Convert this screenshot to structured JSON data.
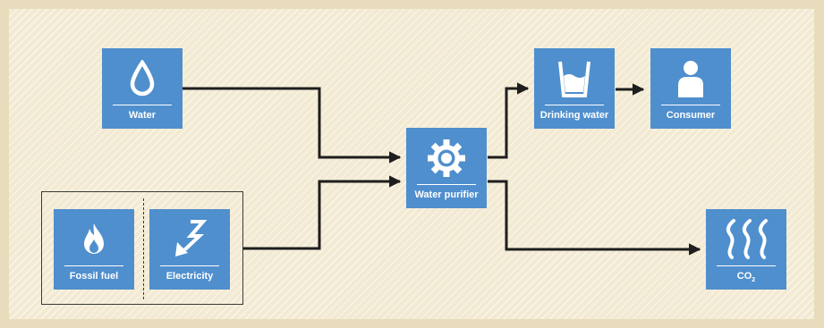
{
  "nodes": {
    "water": {
      "label": "Water",
      "icon": "water-drop-icon"
    },
    "fossil_fuel": {
      "label": "Fossil fuel",
      "icon": "flame-icon"
    },
    "electricity": {
      "label": "Electricity",
      "icon": "lightning-bolt-icon"
    },
    "water_purifier": {
      "label": "Water purifier",
      "icon": "gear-icon"
    },
    "drinking_water": {
      "label": "Drinking water",
      "icon": "water-glass-icon"
    },
    "consumer": {
      "label": "Consumer",
      "icon": "person-icon"
    },
    "co2": {
      "label_main": "CO",
      "label_sub": "2",
      "icon": "heat-waves-icon"
    }
  },
  "colors": {
    "box": "#4f8fcd",
    "arrow": "#1e1e1e",
    "background": "#f3ead3"
  }
}
